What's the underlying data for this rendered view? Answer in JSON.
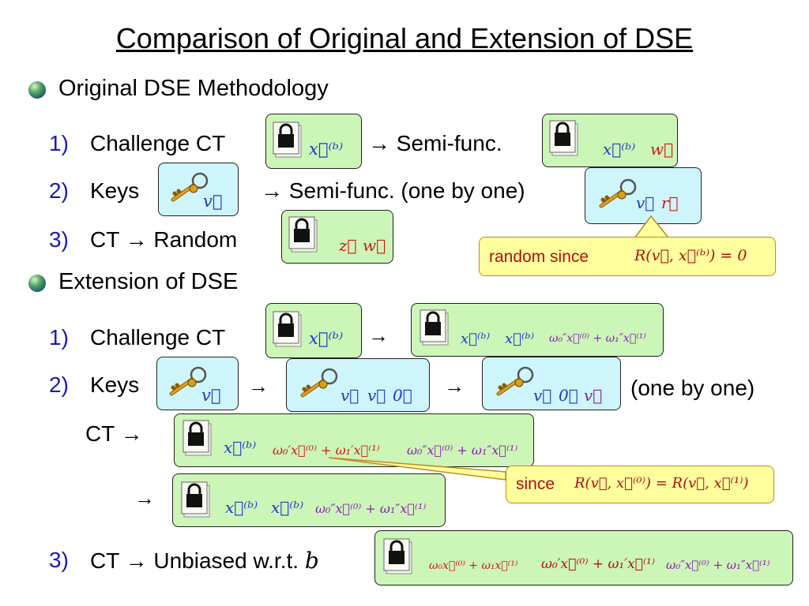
{
  "title": "Comparison of Original and Extension of DSE",
  "original": {
    "heading": "Original DSE Methodology",
    "steps": [
      {
        "num": "1)",
        "label": "Challenge CT",
        "arrow_text": "Semi-func."
      },
      {
        "num": "2)",
        "label": "Keys",
        "arrow_text": "Semi-func. (one by one)"
      },
      {
        "num": "3)",
        "label": "CT",
        "arrow_text": "Random"
      }
    ],
    "math": {
      "xb": "x⃗⁽ᵇ⁾",
      "w": "w⃗",
      "v": "v⃗",
      "r": "r⃗",
      "z": "z⃗"
    },
    "callout": {
      "text": "random since",
      "math": "R(v⃗, x⃗⁽ᵇ⁾) = 0"
    }
  },
  "extension": {
    "heading": "Extension of DSE",
    "steps": [
      {
        "num": "1)",
        "label": "Challenge CT"
      },
      {
        "num": "2)",
        "label": "Keys",
        "suffix": "(one by one)"
      },
      {
        "label": "CT"
      },
      {
        "num": "3)",
        "label": "CT",
        "arrow_text": "Unbiased w.r.t.",
        "b": "b"
      }
    ],
    "math": {
      "xb": "x⃗⁽ᵇ⁾",
      "mix_pp": "ω₀″x⃗⁽⁰⁾ + ω₁″x⃗⁽¹⁾",
      "mix_p": "ω₀′x⃗⁽⁰⁾ + ω₁′x⃗⁽¹⁾",
      "mix": "ω₀x⃗⁽⁰⁾ + ω₁x⃗⁽¹⁾",
      "v": "v⃗",
      "zero": "0⃗"
    },
    "callout": {
      "text": "since",
      "math": "R(v⃗, x⃗⁽⁰⁾) = R(v⃗, x⃗⁽¹⁾)"
    }
  },
  "arrow": "→",
  "colors": {
    "green": "#ccf5b8",
    "cyan": "#cdf5fb",
    "yellow": "#ffff9e",
    "blue": "#1a3cc8",
    "red": "#d01818",
    "purple": "#8a1fb0"
  },
  "icons": [
    "lock-icon",
    "key-icon",
    "bullet-icon"
  ]
}
